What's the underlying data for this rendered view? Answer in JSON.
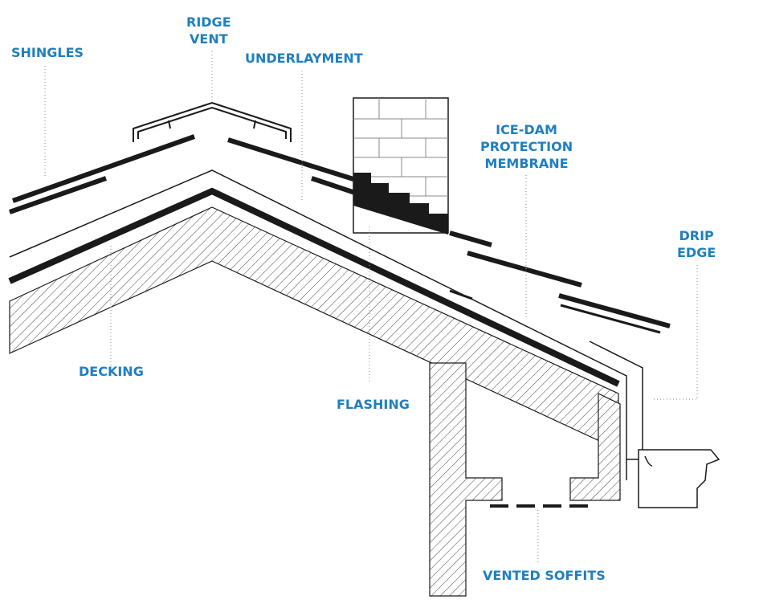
{
  "colors": {
    "label": "#1f7fc0",
    "line": "#1a1a1a",
    "leader": "#9a9a9a"
  },
  "labels": {
    "shingles": "SHINGLES",
    "ridge_vent": [
      "RIDGE",
      "VENT"
    ],
    "underlayment": "UNDERLAYMENT",
    "ice_dam": [
      "ICE-DAM",
      "PROTECTION",
      "MEMBRANE"
    ],
    "drip_edge": [
      "DRIP",
      "EDGE"
    ],
    "decking": "DECKING",
    "flashing": "FLASHING",
    "vented_soffits": "VENTED SOFFITS"
  }
}
